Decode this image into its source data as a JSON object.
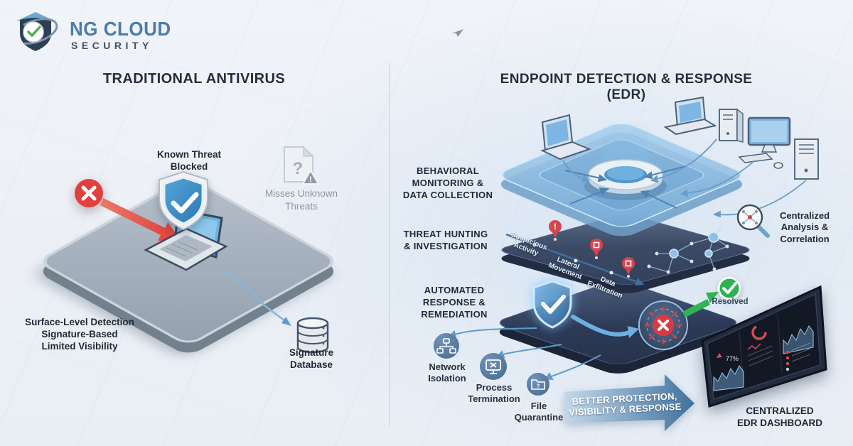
{
  "logo": {
    "name": "NG CLOUD",
    "sub": "SECURITY"
  },
  "left": {
    "title": "TRADITIONAL ANTIVIRUS",
    "known_threat": "Known Threat\nBlocked",
    "misses_unknown": "Misses Unknown\nThreats",
    "drawbacks": "Surface-Level Detection\nSignature-Based\nLimited Visibility",
    "signature_database": "Signature\nDatabase"
  },
  "right": {
    "title": "ENDPOINT DETECTION & RESPONSE (EDR)",
    "layer_labels": [
      "BEHAVIORAL\nMONITORING &\nDATA COLLECTION",
      "THREAT HUNTING\n& INVESTIGATION",
      "AUTOMATED\nRESPONSE &\nREMEDIATION"
    ],
    "threat_steps": [
      "Suspicious\nActivity",
      "Lateral\nMovement",
      "Data\nExfiltration"
    ],
    "analysis_label": "Centralized\nAnalysis &\nCorrelation",
    "resolved_label": "Resolved",
    "action_labels": [
      "Network\nIsolation",
      "Process\nTermination",
      "File\nQuarantine"
    ],
    "banner": "BETTER PROTECTION,\nVISIBILITY & RESPONSE",
    "dashboard_label": "CENTRALIZED\nEDR DASHBOARD",
    "dashboard_stat": "77%"
  },
  "icons": {
    "question": "?",
    "exclamation": "!"
  },
  "colors": {
    "accent_blue": "#4e86b8",
    "light_blue_layer": "#a8d0ec",
    "dark_layer_navy": "#33405c",
    "alert_red": "#e0413e",
    "success_green": "#34b354",
    "heading_navy": "#252e3d",
    "platform_gray": "#9fabb8"
  }
}
